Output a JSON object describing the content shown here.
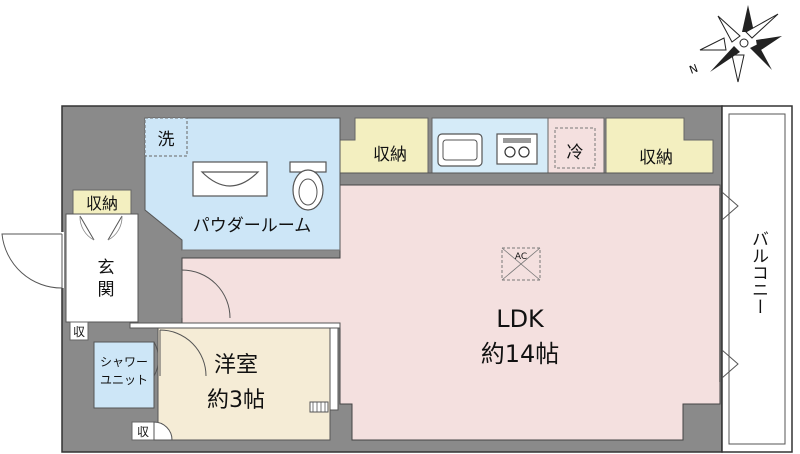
{
  "rooms": {
    "ldk_name": "LDK",
    "ldk_size": "約14帖",
    "western_name": "洋室",
    "western_size": "約3帖",
    "powder": "パウダールーム",
    "entrance_1": "玄",
    "entrance_2": "関",
    "shower_1": "シャワー",
    "shower_2": "ユニット",
    "balcony": "バルコニー"
  },
  "fixtures": {
    "storage_entrance": "収納",
    "storage_kitchen_left": "収納",
    "storage_kitchen_right": "収納",
    "laundry": "洗",
    "fridge": "冷",
    "ac": "AC",
    "small_storage_1": "収",
    "small_storage_2": "収"
  },
  "compass": {
    "north": "N"
  },
  "colors": {
    "wall": "#8a8a8a",
    "ldk": "#f4e0df",
    "western": "#f5ecd6",
    "wet": "#cde6f7",
    "storage": "#f3efc0",
    "balcony": "#ffffff"
  }
}
